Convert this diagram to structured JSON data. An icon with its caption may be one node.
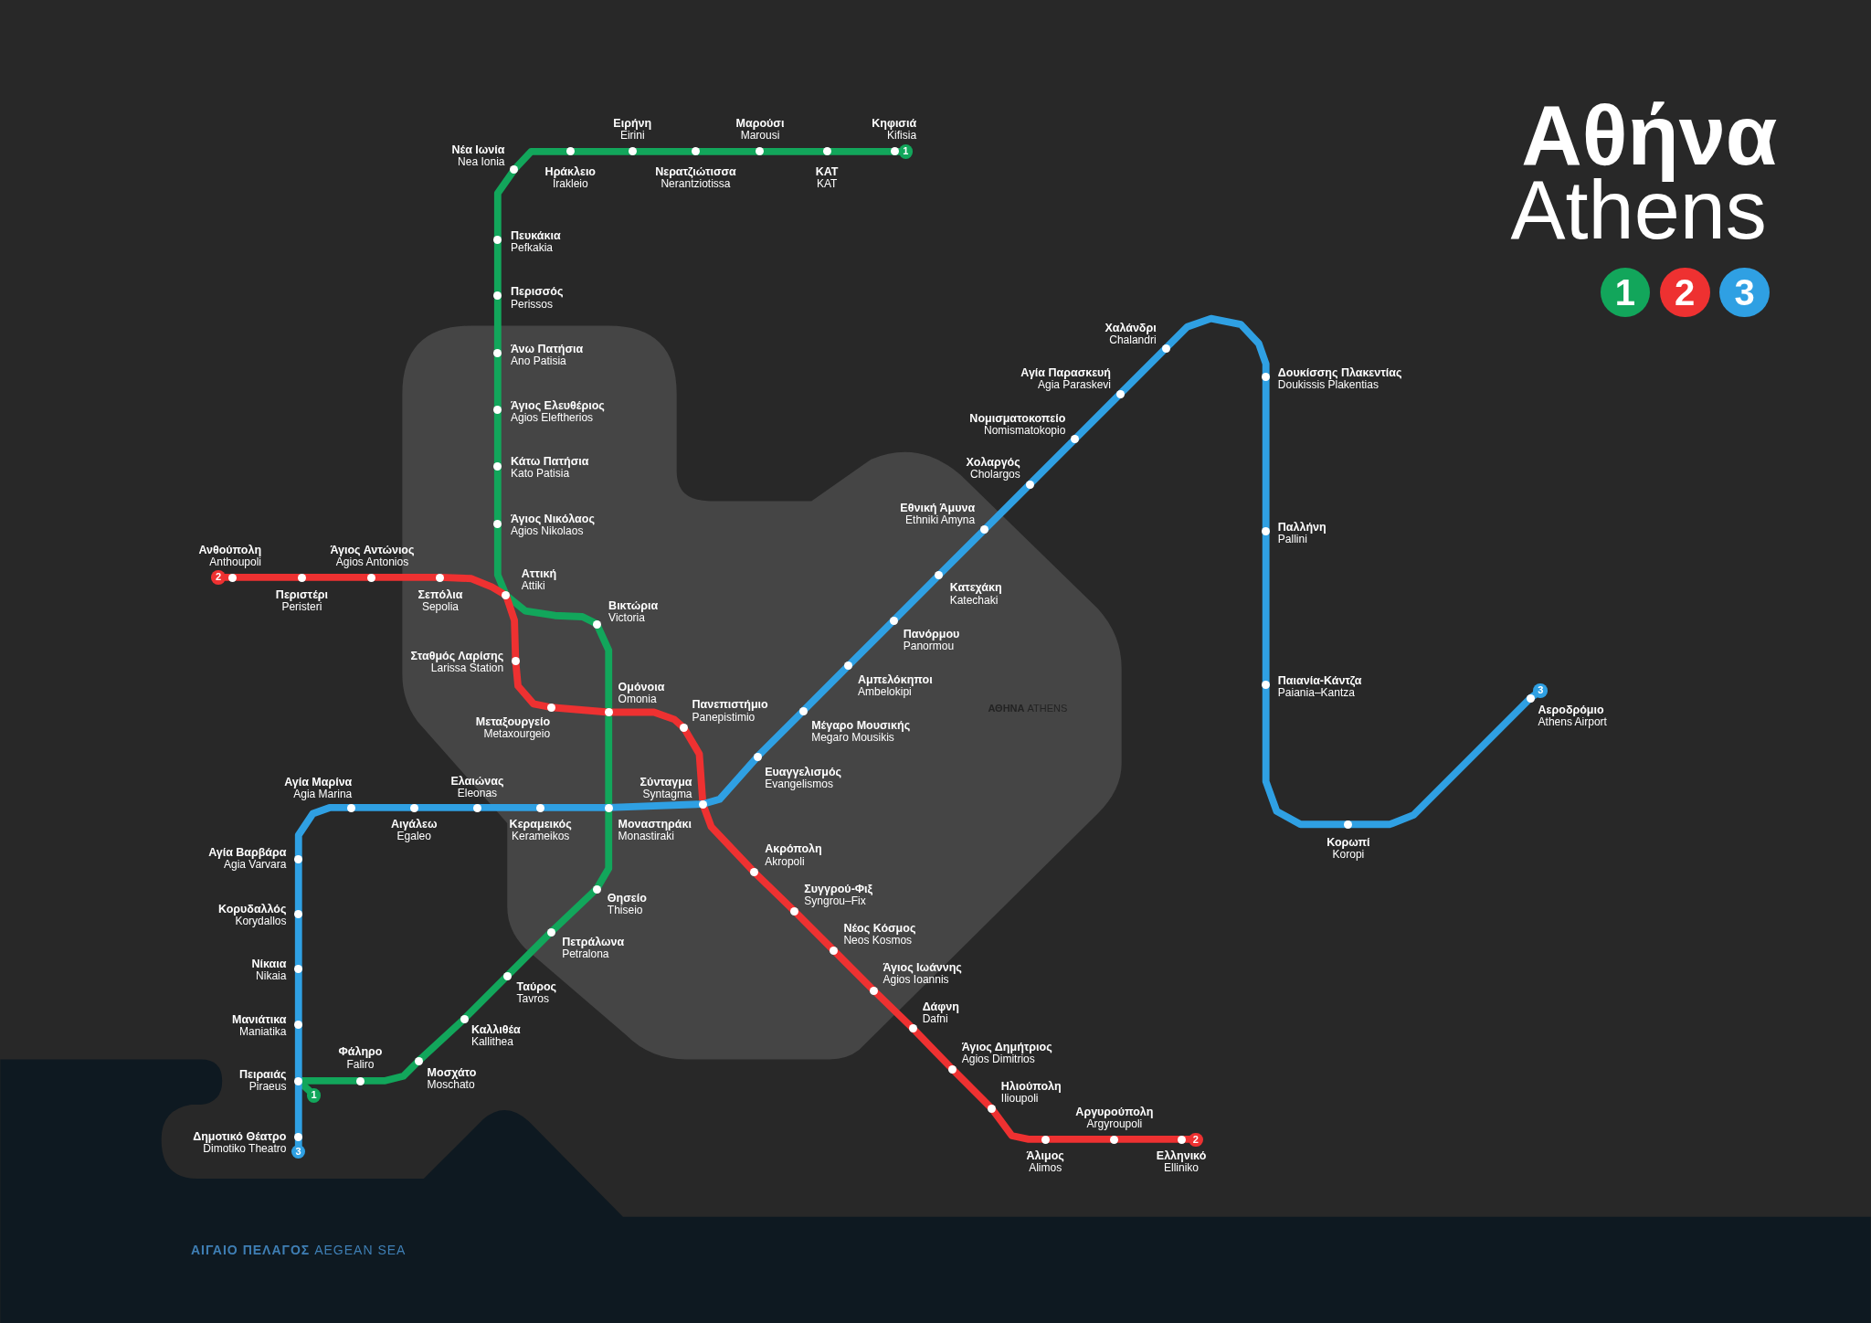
{
  "diagram": {
    "title": "Αθήνα",
    "nodes": [
      {
        "text": [
          "Κηφισιά",
          "Kifisia"
        ]
      },
      {
        "text": [
          "ΚΑΤ",
          "KAT"
        ]
      },
      {
        "text": [
          "Μαρούσι",
          "Marousi"
        ]
      },
      {
        "text": [
          "Νερατζιώτισσα",
          "Nerantziotissa"
        ]
      },
      {
        "text": [
          "Ειρήνη",
          "Eirini"
        ]
      },
      {
        "text": [
          "Ηράκλειο",
          "Irakleio"
        ]
      },
      {
        "text": [
          "Νέα Ιωνία",
          "Nea Ionia"
        ]
      },
      {
        "text": [
          "Πευκάκια",
          "Pefkakia"
        ]
      },
      {
        "text": [
          "Περισσός",
          "Perissos"
        ]
      },
      {
        "text": [
          "Άνω Πατήσια",
          "Ano Patisia"
        ]
      },
      {
        "text": [
          "Άγιος Ελευθέριος",
          "Agios Eleftherios"
        ]
      },
      {
        "text": [
          "Κάτω Πατήσια",
          "Kato Patisia"
        ]
      },
      {
        "text": [
          "Άγιος Νικόλαος",
          "Agios Nikolaos"
        ]
      },
      {
        "text": [
          "Αττική",
          "Attiki"
        ]
      },
      {
        "text": [
          "Βικτώρια",
          "Victoria"
        ]
      },
      {
        "text": [
          "Ομόνοια",
          "Omonia"
        ]
      },
      {
        "text": [
          "Μοναστηράκι",
          "Monastiraki"
        ]
      },
      {
        "text": [
          "Θησείο",
          "Thiseio"
        ]
      },
      {
        "text": [
          "Πετράλωνα",
          "Petralona"
        ]
      },
      {
        "text": [
          "Ταύρος",
          "Tavros"
        ]
      },
      {
        "text": [
          "Καλλιθέα",
          "Kallithea"
        ]
      },
      {
        "text": [
          "Μοσχάτο",
          "Moschato"
        ]
      },
      {
        "text": [
          "Φάληρο",
          "Faliro"
        ]
      },
      {
        "text": [
          "Πειραιάς",
          "Piraeus"
        ]
      },
      {
        "text": [
          "1"
        ]
      },
      {
        "text": [
          "1"
        ]
      },
      {
        "text": [
          "2"
        ]
      },
      {
        "text": [
          "Ανθούπολη",
          "Anthoupoli"
        ]
      },
      {
        "text": [
          "Περιστέρι",
          "Peristeri"
        ]
      },
      {
        "text": [
          "Άγιος Αντώνιος",
          "Agios Antonios"
        ]
      },
      {
        "text": [
          "Σεπόλια",
          "Sepolia"
        ]
      },
      {
        "text": [
          "Σταθμός Λαρίσης",
          "Larissa Station"
        ]
      },
      {
        "text": [
          "Μεταξουργείο",
          "Metaxourgeio"
        ]
      },
      {
        "text": [
          "Πανεπιστήμιο",
          "Panepistimio"
        ]
      },
      {
        "text": [
          "Σύνταγμα",
          "Syntagma"
        ]
      },
      {
        "text": [
          "Ακρόπολη",
          "Akropoli"
        ]
      },
      {
        "text": [
          "Συγγρού-Φιξ",
          "Syngrou–Fix"
        ]
      },
      {
        "text": [
          "Νέος Κόσμος",
          "Neos Kosmos"
        ]
      },
      {
        "text": [
          "Άγιος Ιωάννης",
          "Agios Ioannis"
        ]
      },
      {
        "text": [
          "Δάφνη",
          "Dafni"
        ]
      },
      {
        "text": [
          "Άγιος Δημήτριος",
          "Agios Dimitrios"
        ]
      },
      {
        "text": [
          "Ηλιούπολη",
          "Ilioupoli"
        ]
      },
      {
        "text": [
          "Άλιμος",
          "Alimos"
        ]
      },
      {
        "text": [
          "Αργυρούπολη",
          "Argyroupoli"
        ]
      },
      {
        "text": [
          "Ελληνικό",
          "Elliniko"
        ]
      },
      {
        "text": [
          "2"
        ]
      },
      {
        "text": [
          "3"
        ]
      },
      {
        "text": [
          "Δημοτικό Θέατρο",
          "Dimotiko Theatro"
        ]
      },
      {
        "text": [
          "Μανιάτικα",
          "Maniatika"
        ]
      },
      {
        "text": [
          "Νίκαια",
          "Nikaia"
        ]
      },
      {
        "text": [
          "Κορυδαλλός",
          "Korydallos"
        ]
      },
      {
        "text": [
          "Αγία Βαρβάρα",
          "Agia Varvara"
        ]
      },
      {
        "text": [
          "Αγία Μαρίνα",
          "Agia Marina"
        ]
      },
      {
        "text": [
          "Αιγάλεω",
          "Egaleo"
        ]
      },
      {
        "text": [
          "Ελαιώνας",
          "Eleonas"
        ]
      },
      {
        "text": [
          "Κεραμεικός",
          "Kerameikos"
        ]
      },
      {
        "text": [
          "Ευαγγελισμός",
          "Evangelismos"
        ]
      },
      {
        "text": [
          "Μέγαρο Μουσικής",
          "Megaro Mousikis"
        ]
      },
      {
        "text": [
          "Αμπελόκηποι",
          "Ambelokipi"
        ]
      },
      {
        "text": [
          "Πανόρμου",
          "Panormou"
        ]
      },
      {
        "text": [
          "Κατεχάκη",
          "Katechaki"
        ]
      },
      {
        "text": [
          "Εθνική Άμυνα",
          "Ethniki Amyna"
        ]
      },
      {
        "text": [
          "Χολαργός",
          "Cholargos"
        ]
      },
      {
        "text": [
          "Νομισματοκοπείο",
          "Nomismatokopio"
        ]
      },
      {
        "text": [
          "Αγία Παρασκευή",
          "Agia Paraskevi"
        ]
      },
      {
        "text": [
          "Χαλάνδρι",
          "Chalandri"
        ]
      },
      {
        "text": [
          "Δουκίσσης Πλακεντίας",
          "Doukissis Plakentias"
        ]
      },
      {
        "text": [
          "Παλλήνη",
          "Pallini"
        ]
      },
      {
        "text": [
          "Παιανία-Κάντζα",
          "Paiania–Kantza"
        ]
      },
      {
        "text": [
          "Κορωπί",
          "Koropi"
        ]
      },
      {
        "text": [
          "Αεροδρόμιο",
          "Athens Airport"
        ]
      },
      {
        "text": [
          "3"
        ]
      }
    ],
    "edges": [
      {
        "from": 0,
        "to": 24,
        "arrow": "none",
        "color": "#12a65b"
      },
      {
        "from": 0,
        "to": 1,
        "arrow": "none",
        "color": "#12a65b"
      },
      {
        "from": 1,
        "to": 2,
        "arrow": "none",
        "color": "#12a65b"
      },
      {
        "from": 2,
        "to": 3,
        "arrow": "none",
        "color": "#12a65b"
      },
      {
        "from": 3,
        "to": 4,
        "arrow": "none",
        "color": "#12a65b"
      },
      {
        "from": 4,
        "to": 5,
        "arrow": "none",
        "color": "#12a65b"
      },
      {
        "from": 5,
        "to": 6,
        "arrow": "none",
        "color": "#12a65b"
      },
      {
        "from": 6,
        "to": 7,
        "arrow": "none",
        "color": "#12a65b"
      },
      {
        "from": 7,
        "to": 8,
        "arrow": "none",
        "color": "#12a65b"
      },
      {
        "from": 8,
        "to": 9,
        "arrow": "none",
        "color": "#12a65b"
      },
      {
        "from": 9,
        "to": 10,
        "arrow": "none",
        "color": "#12a65b"
      },
      {
        "from": 10,
        "to": 11,
        "arrow": "none",
        "color": "#12a65b"
      },
      {
        "from": 11,
        "to": 12,
        "arrow": "none",
        "color": "#12a65b"
      },
      {
        "from": 12,
        "to": 13,
        "arrow": "none",
        "color": "#12a65b"
      },
      {
        "from": 13,
        "to": 14,
        "arrow": "none",
        "color": "#12a65b"
      },
      {
        "from": 14,
        "to": 15,
        "arrow": "none",
        "color": "#12a65b"
      },
      {
        "from": 15,
        "to": 16,
        "arrow": "none",
        "color": "#12a65b"
      },
      {
        "from": 16,
        "to": 17,
        "arrow": "none",
        "color": "#12a65b"
      },
      {
        "from": 17,
        "to": 18,
        "arrow": "none",
        "color": "#12a65b"
      },
      {
        "from": 18,
        "to": 19,
        "arrow": "none",
        "color": "#12a65b"
      },
      {
        "from": 19,
        "to": 20,
        "arrow": "none",
        "color": "#12a65b"
      },
      {
        "from": 20,
        "to": 21,
        "arrow": "none",
        "color": "#12a65b"
      },
      {
        "from": 21,
        "to": 22,
        "arrow": "none",
        "color": "#12a65b"
      },
      {
        "from": 22,
        "to": 23,
        "arrow": "none",
        "color": "#12a65b"
      },
      {
        "from": 23,
        "to": 25,
        "arrow": "none",
        "color": "#12a65b"
      },
      {
        "from": 26,
        "to": 27,
        "arrow": "none",
        "color": "#ee3131"
      },
      {
        "from": 27,
        "to": 28,
        "arrow": "none",
        "color": "#ee3131"
      },
      {
        "from": 28,
        "to": 29,
        "arrow": "none",
        "color": "#ee3131"
      },
      {
        "from": 29,
        "to": 30,
        "arrow": "none",
        "color": "#ee3131"
      },
      {
        "from": 30,
        "to": 13,
        "arrow": "none",
        "color": "#ee3131"
      },
      {
        "from": 13,
        "to": 31,
        "arrow": "none",
        "color": "#ee3131"
      },
      {
        "from": 31,
        "to": 32,
        "arrow": "none",
        "color": "#ee3131"
      },
      {
        "from": 32,
        "to": 15,
        "arrow": "none",
        "color": "#ee3131"
      },
      {
        "from": 15,
        "to": 33,
        "arrow": "none",
        "color": "#ee3131"
      },
      {
        "from": 33,
        "to": 34,
        "arrow": "none",
        "color": "#ee3131"
      },
      {
        "from": 34,
        "to": 35,
        "arrow": "none",
        "color": "#ee3131"
      },
      {
        "from": 35,
        "to": 36,
        "arrow": "none",
        "color": "#ee3131"
      },
      {
        "from": 36,
        "to": 37,
        "arrow": "none",
        "color": "#ee3131"
      },
      {
        "from": 37,
        "to": 38,
        "arrow": "none",
        "color": "#ee3131"
      },
      {
        "from": 38,
        "to": 39,
        "arrow": "none",
        "color": "#ee3131"
      },
      {
        "from": 39,
        "to": 40,
        "arrow": "none",
        "color": "#ee3131"
      },
      {
        "from": 40,
        "to": 41,
        "arrow": "none",
        "color": "#ee3131"
      },
      {
        "from": 41,
        "to": 42,
        "arrow": "none",
        "color": "#ee3131"
      },
      {
        "from": 42,
        "to": 43,
        "arrow": "none",
        "color": "#ee3131"
      },
      {
        "from": 43,
        "to": 44,
        "arrow": "none",
        "color": "#ee3131"
      },
      {
        "from": 44,
        "to": 45,
        "arrow": "none",
        "color": "#ee3131"
      },
      {
        "from": 46,
        "to": 47,
        "arrow": "none",
        "color": "#2fa0e3"
      },
      {
        "from": 47,
        "to": 23,
        "arrow": "none",
        "color": "#2fa0e3"
      },
      {
        "from": 23,
        "to": 48,
        "arrow": "none",
        "color": "#2fa0e3"
      },
      {
        "from": 48,
        "to": 49,
        "arrow": "none",
        "color": "#2fa0e3"
      },
      {
        "from": 49,
        "to": 50,
        "arrow": "none",
        "color": "#2fa0e3"
      },
      {
        "from": 50,
        "to": 51,
        "arrow": "none",
        "color": "#2fa0e3"
      },
      {
        "from": 51,
        "to": 52,
        "arrow": "none",
        "color": "#2fa0e3"
      },
      {
        "from": 52,
        "to": 53,
        "arrow": "none",
        "color": "#2fa0e3"
      },
      {
        "from": 53,
        "to": 54,
        "arrow": "none",
        "color": "#2fa0e3"
      },
      {
        "from": 54,
        "to": 55,
        "arrow": "none",
        "color": "#2fa0e3"
      },
      {
        "from": 55,
        "to": 16,
        "arrow": "none",
        "color": "#2fa0e3"
      },
      {
        "from": 16,
        "to": 34,
        "arrow": "none",
        "color": "#2fa0e3"
      },
      {
        "from": 34,
        "to": 56,
        "arrow": "none",
        "color": "#2fa0e3"
      },
      {
        "from": 56,
        "to": 57,
        "arrow": "none",
        "color": "#2fa0e3"
      },
      {
        "from": 57,
        "to": 58,
        "arrow": "none",
        "color": "#2fa0e3"
      },
      {
        "from": 58,
        "to": 59,
        "arrow": "none",
        "color": "#2fa0e3"
      },
      {
        "from": 59,
        "to": 60,
        "arrow": "none",
        "color": "#2fa0e3"
      },
      {
        "from": 60,
        "to": 61,
        "arrow": "none",
        "color": "#2fa0e3"
      },
      {
        "from": 61,
        "to": 62,
        "arrow": "none",
        "color": "#2fa0e3"
      },
      {
        "from": 62,
        "to": 63,
        "arrow": "none",
        "color": "#2fa0e3"
      },
      {
        "from": 63,
        "to": 64,
        "arrow": "none",
        "color": "#2fa0e3"
      },
      {
        "from": 64,
        "to": 65,
        "arrow": "none",
        "color": "#2fa0e3"
      },
      {
        "from": 65,
        "to": 66,
        "arrow": "none",
        "color": "#2fa0e3"
      },
      {
        "from": 66,
        "to": 67,
        "arrow": "none",
        "color": "#2fa0e3"
      },
      {
        "from": 67,
        "to": 68,
        "arrow": "none",
        "color": "#2fa0e3"
      },
      {
        "from": 68,
        "to": 69,
        "arrow": "none",
        "color": "#2fa0e3"
      },
      {
        "from": 69,
        "to": 70,
        "arrow": "none",
        "color": "#2fa0e3"
      },
      {
        "from": 70,
        "to": 71,
        "arrow": "none",
        "color": "#2fa0e3"
      }
    ],
    "labels": [
      "Athens",
      "**ΑΘΗΝΑ** ATHENS",
      "**ΑΙΓΑΙΟ ΠΕΛΑΓΟΣ** AEGEAN SEA"
    ],
    "legend": [
      {
        "text": "1",
        "color": "#12a65b"
      },
      {
        "text": "2",
        "color": "#ee3131"
      },
      {
        "text": "3",
        "color": "#2fa0e3"
      }
    ]
  }
}
